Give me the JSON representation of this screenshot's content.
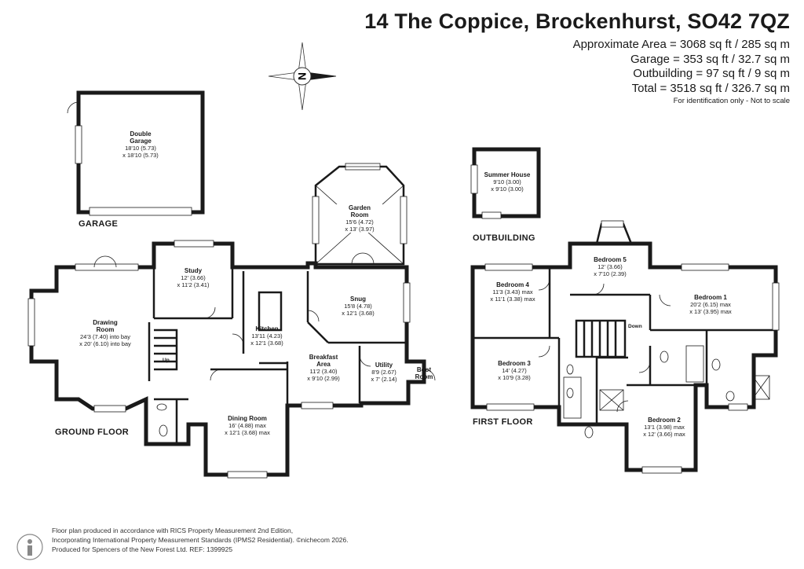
{
  "header": {
    "title": "14 The Coppice, Brockenhurst, SO42 7QZ",
    "areas": [
      "Approximate Area = 3068 sq ft / 285 sq m",
      "Garage = 353 sq ft / 32.7 sq m",
      "Outbuilding = 97 sq ft / 9 sq m",
      "Total = 3518 sq ft / 326.7 sq m"
    ],
    "note": "For identification only - Not to scale"
  },
  "compass": {
    "letter": "N",
    "icon": "compass-rose-icon"
  },
  "floors": {
    "garage": "GARAGE",
    "outbuilding": "OUTBUILDING",
    "ground": "GROUND FLOOR",
    "first": "FIRST FLOOR"
  },
  "rooms": {
    "double_garage": {
      "name": "Double\nGarage",
      "d1": "18'10 (5.73)",
      "d2": "x 18'10 (5.73)"
    },
    "summer_house": {
      "name": "Summer House",
      "d1": "9'10 (3.00)",
      "d2": "x 9'10 (3.00)"
    },
    "garden_room": {
      "name": "Garden\nRoom",
      "d1": "15'6 (4.72)",
      "d2": "x 13' (3.97)"
    },
    "study": {
      "name": "Study",
      "d1": "12' (3.66)",
      "d2": "x 11'2 (3.41)"
    },
    "drawing_room": {
      "name": "Drawing\nRoom",
      "d1": "24'3 (7.40) into bay",
      "d2": "x 20' (6.10) into bay"
    },
    "kitchen": {
      "name": "Kitchen",
      "d1": "13'11 (4.23)",
      "d2": "x 12'1 (3.68)"
    },
    "snug": {
      "name": "Snug",
      "d1": "15'8 (4.78)",
      "d2": "x 12'1 (3.68)"
    },
    "breakfast_area": {
      "name": "Breakfast\nArea",
      "d1": "11'2 (3.40)",
      "d2": "x 9'10 (2.99)"
    },
    "utility": {
      "name": "Utility",
      "d1": "8'9 (2.67)",
      "d2": "x 7' (2.14)"
    },
    "boot_room": {
      "name": "Boot\nRoom",
      "d1": "",
      "d2": ""
    },
    "dining_room": {
      "name": "Dining Room",
      "d1": "16' (4.88) max",
      "d2": "x 12'1 (3.68) max"
    },
    "bedroom_4": {
      "name": "Bedroom 4",
      "d1": "11'3 (3.43) max",
      "d2": "x 11'1 (3.38) max"
    },
    "bedroom_5": {
      "name": "Bedroom 5",
      "d1": "12' (3.66)",
      "d2": "x 7'10 (2.39)"
    },
    "bedroom_1": {
      "name": "Bedroom 1",
      "d1": "20'2 (6.15) max",
      "d2": "x 13' (3.95) max"
    },
    "bedroom_3": {
      "name": "Bedroom 3",
      "d1": "14' (4.27)",
      "d2": "x 10'9 (3.28)"
    },
    "bedroom_2": {
      "name": "Bedroom 2",
      "d1": "13'1 (3.98) max",
      "d2": "x 12' (3.66) max"
    }
  },
  "stairs": {
    "up": "Up",
    "down": "Down"
  },
  "footer": {
    "lines": [
      "Floor plan produced in accordance with RICS Property Measurement 2nd Edition,",
      "Incorporating International Property Measurement Standards (IPMS2 Residential).  ©nichecom 2026.",
      "Produced for Spencers of the New Forest Ltd.   REF:  1399925"
    ]
  },
  "colors": {
    "wall": "#1a1a1a",
    "window": "#ffffff",
    "text": "#1a1a1a"
  }
}
